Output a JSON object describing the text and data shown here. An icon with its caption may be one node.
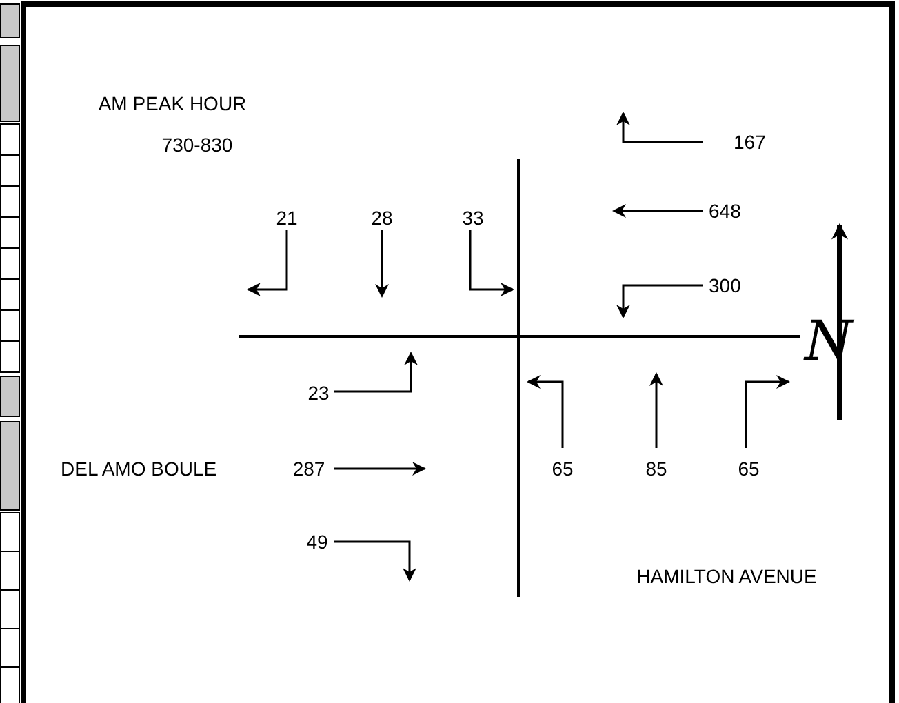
{
  "diagram": {
    "labels": [
      "AM PEAK HOUR",
      "730-830",
      "167",
      "21",
      "28",
      "33",
      "648",
      "300",
      "N",
      "23",
      "DEL AMO BOULE",
      "287",
      "65",
      "85",
      "65",
      "49",
      "HAMILTON AVENUE"
    ]
  }
}
